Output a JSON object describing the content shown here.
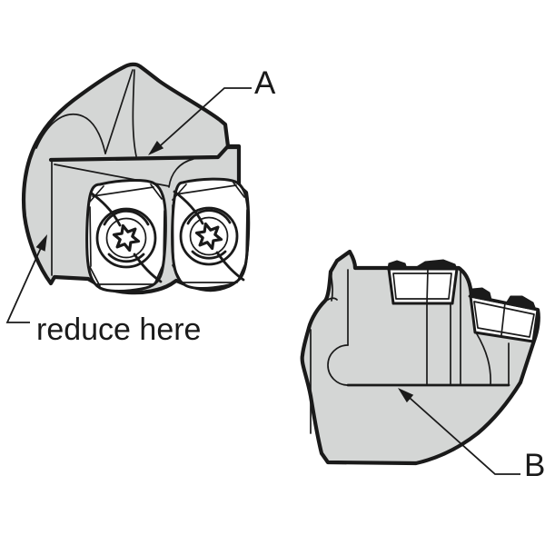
{
  "colors": {
    "line": "#1a1a1a",
    "body_fill": "#d4d6d5",
    "insert_fill": "#ffffff",
    "background": "#ffffff"
  },
  "callouts": {
    "a": {
      "label": "A"
    },
    "b": {
      "label": "B"
    },
    "note": {
      "label": "reduce here"
    }
  }
}
